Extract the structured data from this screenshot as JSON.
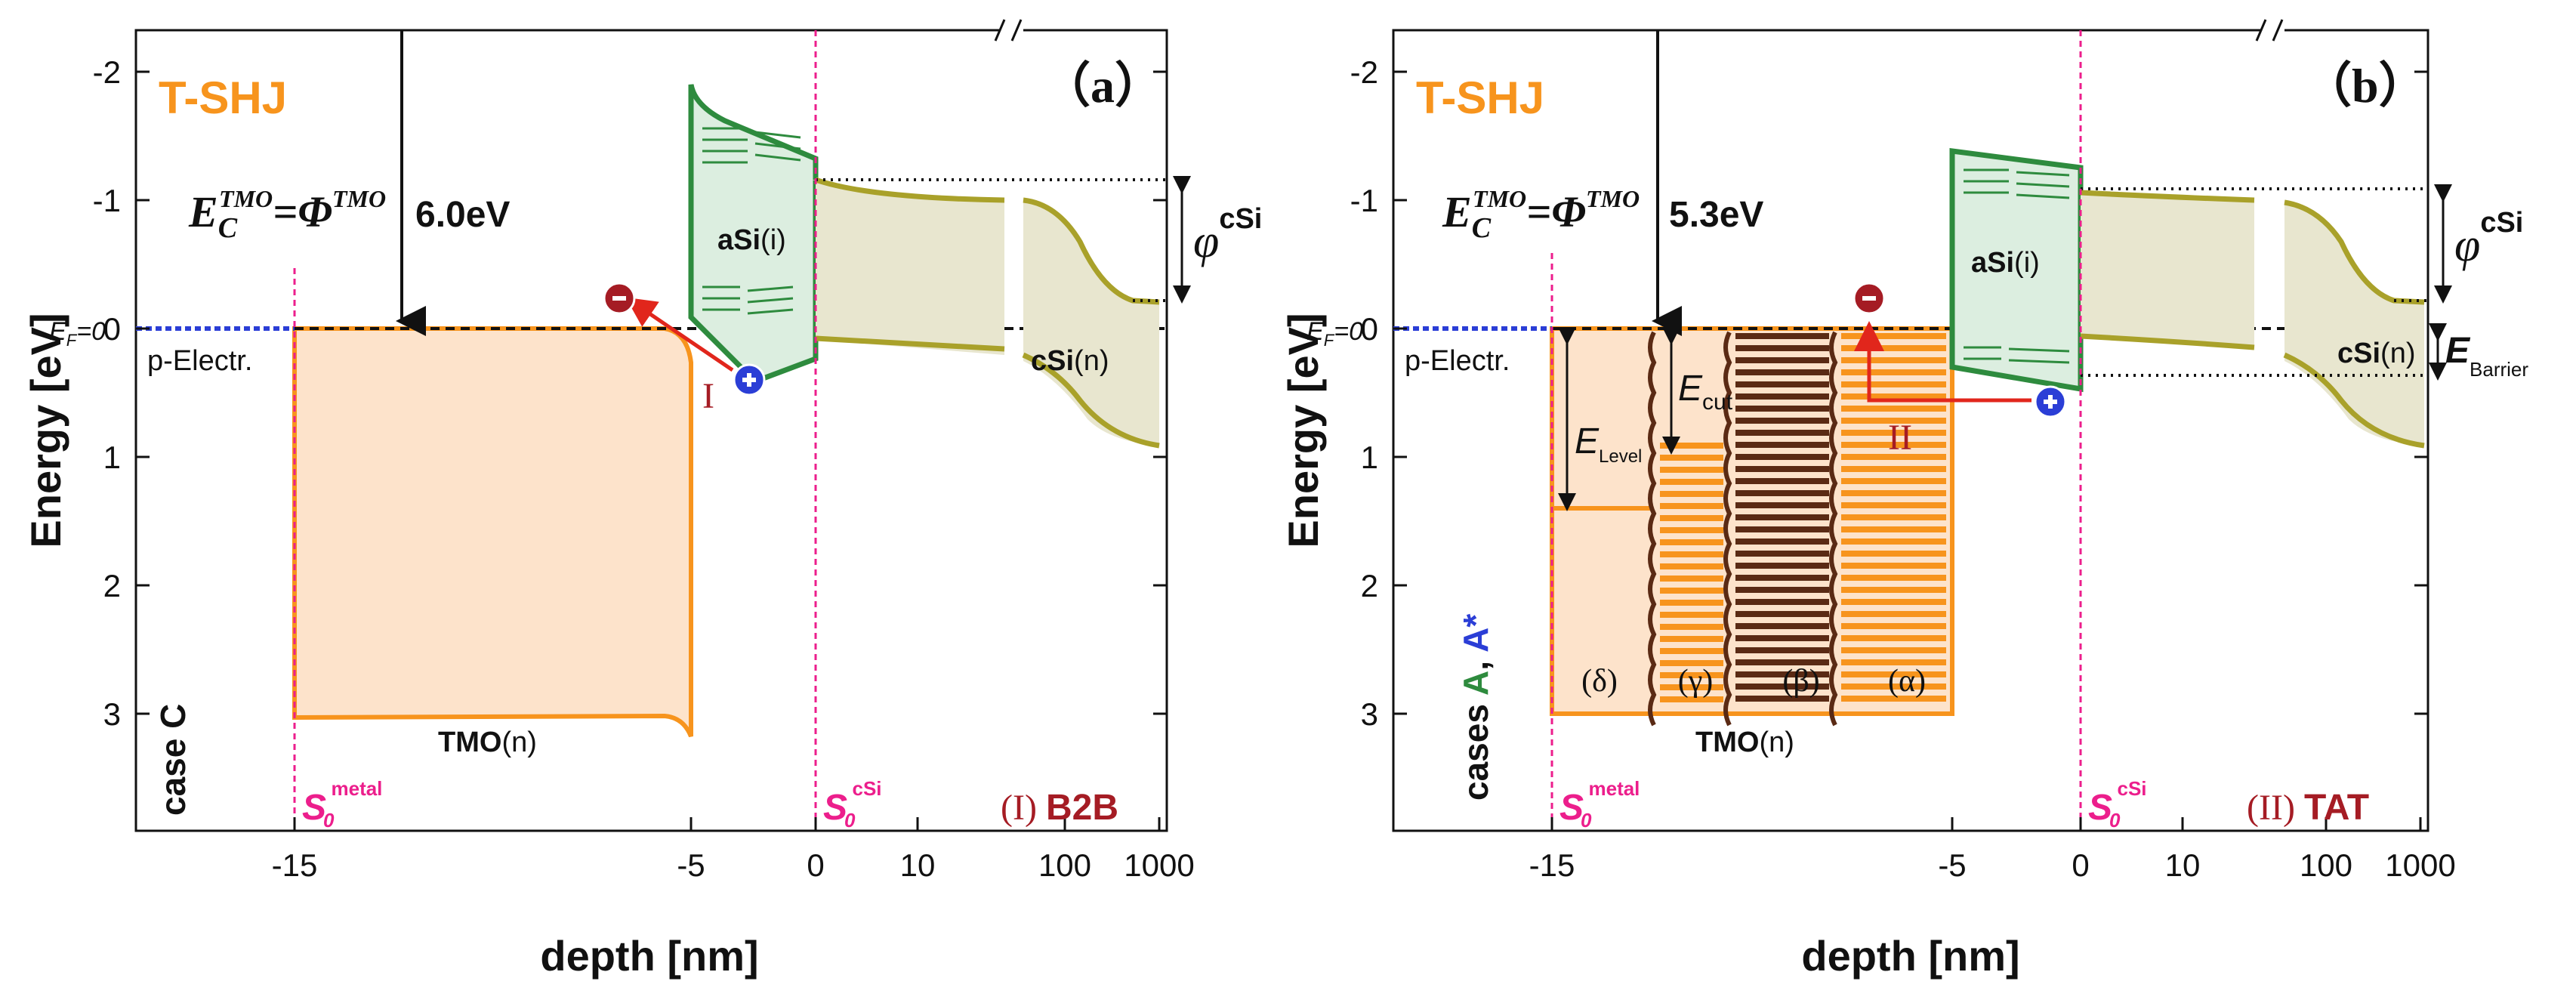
{
  "chart_data": [
    {
      "type": "band-diagram",
      "panel_label": "（a）",
      "title": "T-SHJ",
      "xlabel": "depth [nm]",
      "ylabel": "Energy [eV]",
      "x_ticks": [
        "-15",
        "-5",
        "0",
        "10",
        "100",
        "1000"
      ],
      "y_ticks": [
        "-2",
        "-1",
        "0",
        "1",
        "2",
        "3"
      ],
      "ylim": [
        3.9,
        -2.3
      ],
      "ef_label_main": "E",
      "ef_label_sub": "F",
      "ef_label_tail": "=0",
      "ec_sym": "E",
      "ec_sub": "C",
      "ec_sup": "TMO",
      "ec_eq": "=Φ",
      "ec_sup2": "TMO",
      "ec_value": "6.0eV",
      "work_function_label": "φ",
      "work_function_sup": "cSi",
      "asi_label": "aSi",
      "asi_suffix": "(i)",
      "csi_label": "cSi",
      "csi_suffix": "(n)",
      "electrode_label": "p-Electr.",
      "tmo_label": "TMO",
      "tmo_suffix": "(n)",
      "case_label": "case C",
      "s_metal": "S",
      "s_metal_sub": "0",
      "s_metal_sup": "metal",
      "s_csi": "S",
      "s_csi_sub": "0",
      "s_csi_sup": "cSi",
      "mechanism_roman": "(I)",
      "mechanism_text": "B2B",
      "path_label": "I",
      "ec_tmo_eV": -6.0,
      "tmo_conduction_band_eV": 0.0,
      "tmo_valence_band_eV": 3.0,
      "asi_top_eV": [
        -1.9,
        -1.35
      ],
      "asi_bottom_eV": [
        0.0,
        0.4
      ],
      "csi_phi_top_eV": -1.15,
      "csi_cb_eV": -0.22,
      "csi_vb_eV": 0.9
    },
    {
      "type": "band-diagram",
      "panel_label": "（b）",
      "title": "T-SHJ",
      "xlabel": "depth [nm]",
      "ylabel": "Energy [eV]",
      "x_ticks": [
        "-15",
        "-5",
        "0",
        "10",
        "100",
        "1000"
      ],
      "y_ticks": [
        "-2",
        "-1",
        "0",
        "1",
        "2",
        "3"
      ],
      "ylim": [
        3.9,
        -2.3
      ],
      "ef_label_main": "E",
      "ef_label_sub": "F",
      "ef_label_tail": "=0",
      "ec_sym": "E",
      "ec_sub": "C",
      "ec_sup": "TMO",
      "ec_eq": "=Φ",
      "ec_sup2": "TMO",
      "ec_value": "5.3eV",
      "work_function_label": "φ",
      "work_function_sup": "cSi",
      "barrier_label": "E",
      "barrier_sub": "Barrier",
      "asi_label": "aSi",
      "asi_suffix": "(i)",
      "csi_label": "cSi",
      "csi_suffix": "(n)",
      "electrode_label": "p-Electr.",
      "tmo_label": "TMO",
      "tmo_suffix": "(n)",
      "case_prefix": "cases ",
      "case_a": "A",
      "case_sep": ", ",
      "case_astar": "A*",
      "e_level_main": "E",
      "e_level_sub": "Level",
      "e_cut_main": "E",
      "e_cut_sub": "cut",
      "cases": [
        "(δ)",
        "(γ)",
        "(β)",
        "(α)"
      ],
      "s_metal": "S",
      "s_metal_sub": "0",
      "s_metal_sup": "metal",
      "s_csi": "S",
      "s_csi_sub": "0",
      "s_csi_sup": "cSi",
      "mechanism_roman": "(II)",
      "mechanism_text": "TAT",
      "path_label": "II",
      "ec_tmo_eV": -5.3,
      "e_level_eV": 1.4,
      "e_cut_eV": 0.95,
      "tmo_valence_band_eV": 3.0,
      "asi_top_eV": [
        -1.4,
        -1.25
      ],
      "asi_bottom_eV": [
        0.3,
        0.45
      ],
      "csi_phi_top_eV": -1.1,
      "csi_cb_eV": -0.1,
      "csi_vb_eV": 0.9
    }
  ],
  "colors": {
    "orange": "#f7941d",
    "orange_fill": "#fde3cb",
    "green": "#2e8b3e",
    "green_fill": "#dceee0",
    "olive": "#a9a12a",
    "olive_fill": "#e8e6cf",
    "pink": "#ec1e8c",
    "darkred": "#a51c24",
    "blue": "#2b3ed6",
    "brown": "#5a2a14",
    "red": "#e1261c"
  }
}
